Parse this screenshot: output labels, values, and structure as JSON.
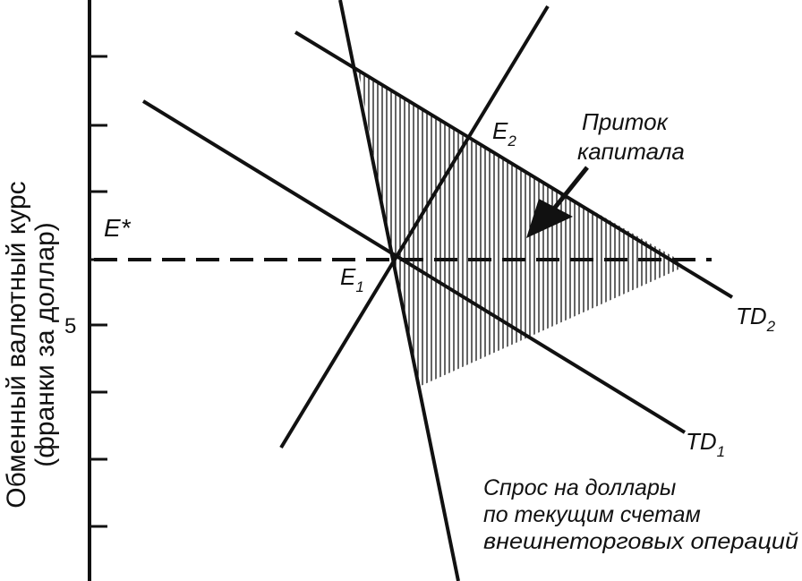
{
  "axis": {
    "title_line1": "Обменный валютный курс",
    "title_line2": "(франки за доллар)",
    "tick_5": "5"
  },
  "labels": {
    "e_star": "E*",
    "e1": "E",
    "e1_sub": "1",
    "e2": "E",
    "e2_sub": "2",
    "td1": "TD",
    "td1_sub": "1",
    "td2": "TD",
    "td2_sub": "2",
    "capital_line1": "Приток",
    "capital_line2": "капитала",
    "demand_line1": "Спрос на  доллары",
    "demand_line2": "по текущим счетам",
    "demand_line3": "внешнеторговых операций"
  }
}
